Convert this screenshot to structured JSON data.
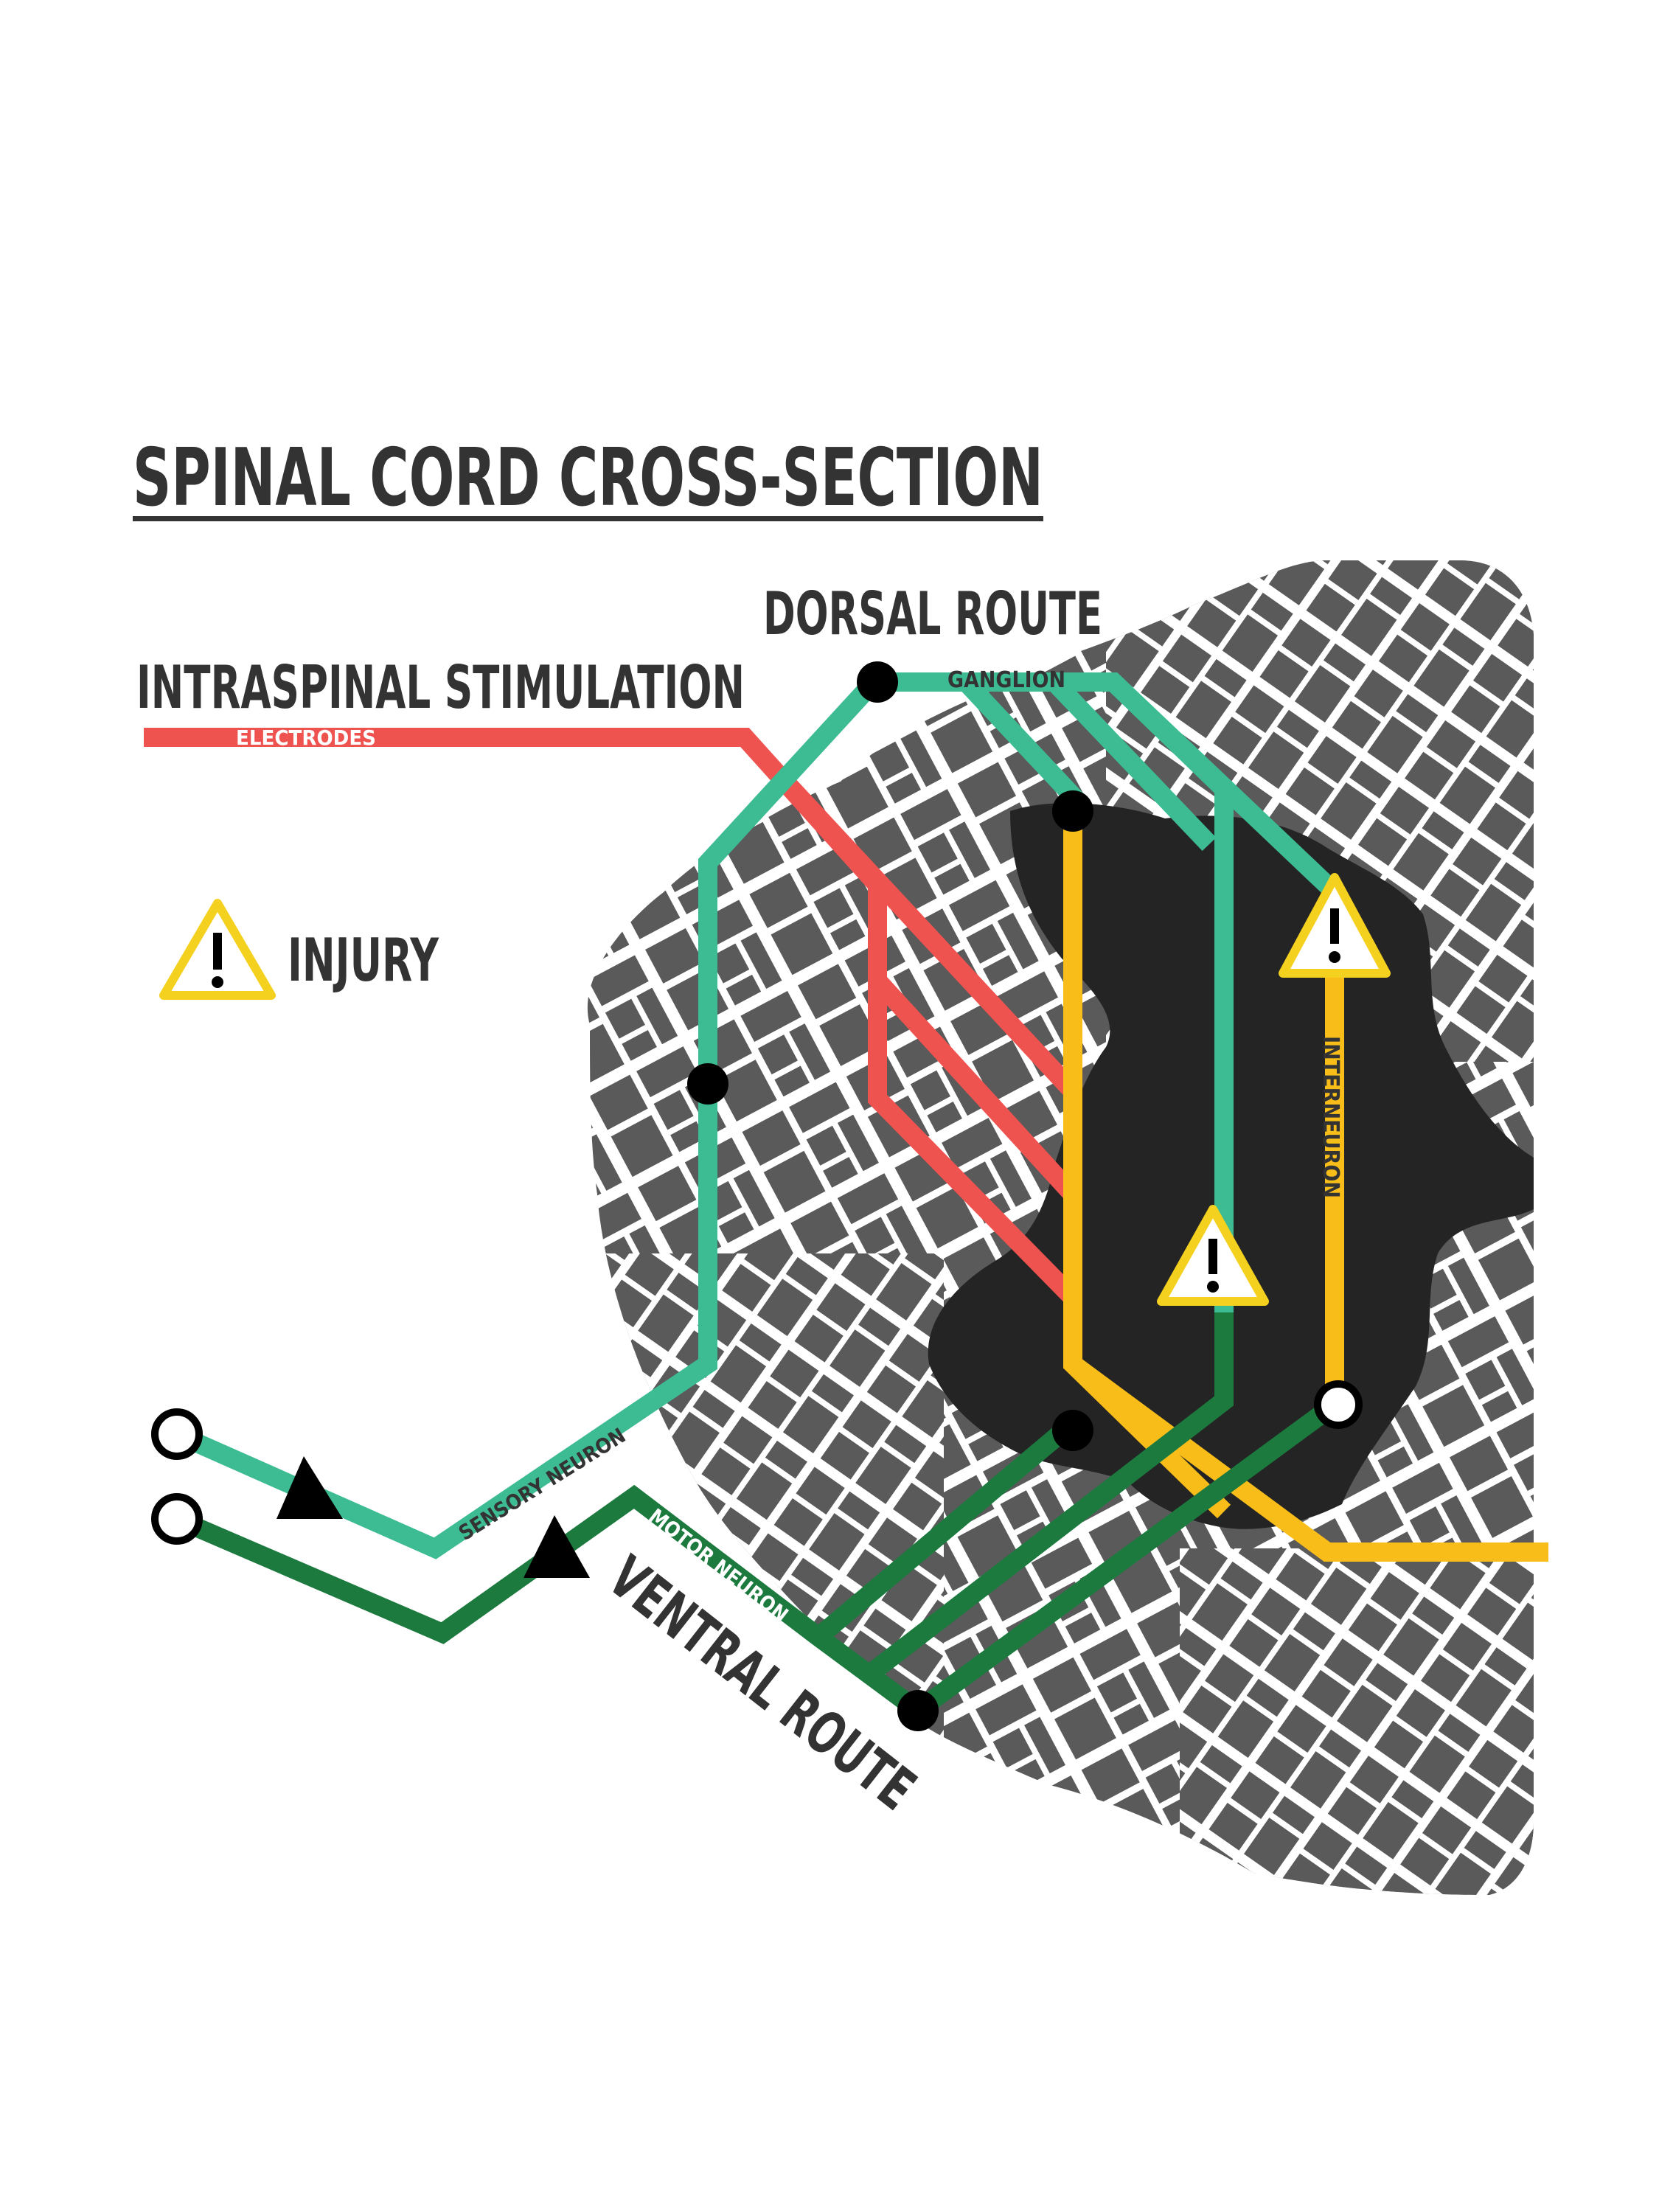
{
  "title": "SPINAL CORD CROSS-SECTION",
  "legend": {
    "injury_label": "INJURY",
    "stimulation_label": "INTRASPINAL STIMULATION",
    "electrodes_label": "ELECTRODES"
  },
  "labels": {
    "dorsal_route": "DORSAL ROUTE",
    "ventral_route": "VENTRAL ROUTE",
    "ganglion": "GANGLION",
    "sensory_neuron": "SENSORY NEURON",
    "motor_neuron": "MOTOR NEURON",
    "interneuron": "INTERNEURON"
  },
  "colors": {
    "sensory": "#3dbc93",
    "motor": "#1c7a3f",
    "interneuron": "#f9bd1a",
    "electrodes": "#ef5350",
    "map_block": "#5a5a5a",
    "map_dark": "#242424",
    "warning": "#f4d11f",
    "text": "#333333"
  }
}
